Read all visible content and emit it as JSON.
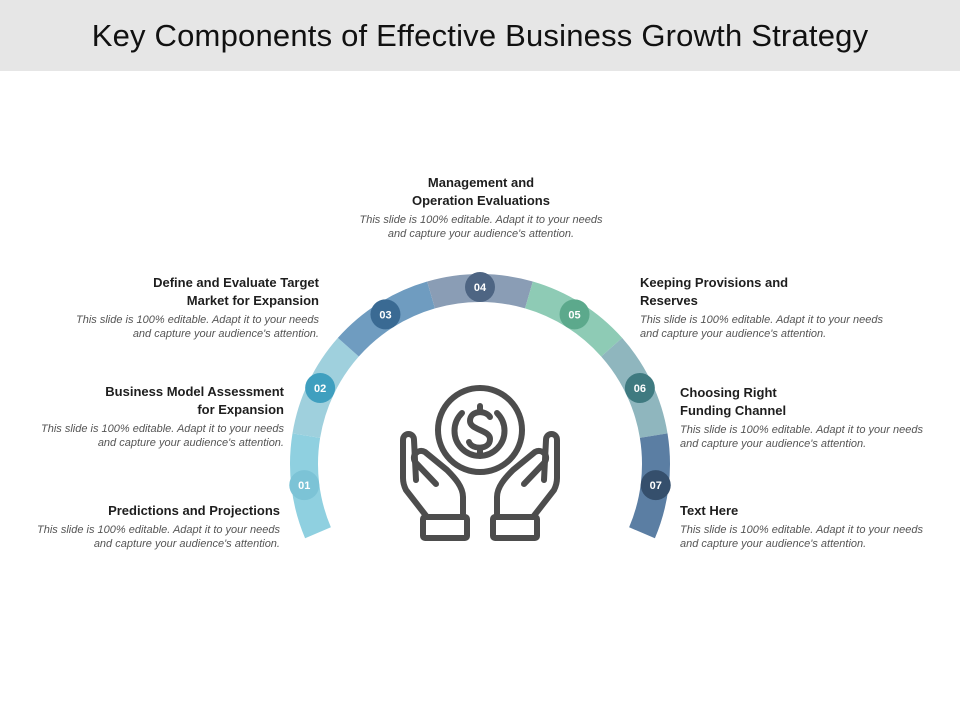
{
  "title": "Key Components of Effective Business Growth Strategy",
  "colors": {
    "header_bg": "#e6e6e6",
    "seg_01": "#8fd0e0",
    "seg_02": "#9fd0dd",
    "seg_03": "#6f9cc0",
    "seg_04": "#8a9db5",
    "seg_05": "#8ecbb5",
    "seg_06": "#8fb6be",
    "seg_07": "#5b7ea3",
    "badge_01": "#7cc3d6",
    "badge_02": "#3f9fbf",
    "badge_03": "#3a6a93",
    "badge_04": "#4e6583",
    "badge_05": "#5ca98c",
    "badge_06": "#3f7a80",
    "badge_07": "#354f6c",
    "icon_stroke": "#4d4d4d"
  },
  "center_icon": "hands-holding-dollar-coin-icon",
  "items": [
    {
      "num": "01",
      "title": "Predictions and Projections",
      "desc": "This slide is 100% editable. Adapt it to your needs and capture your audience's attention."
    },
    {
      "num": "02",
      "title": "Business Model Assessment for Expansion",
      "desc": "This slide is 100% editable. Adapt it to your needs and capture your audience's attention."
    },
    {
      "num": "03",
      "title": "Define and Evaluate Target Market for Expansion",
      "desc": "This slide is 100% editable. Adapt it to your needs and capture your audience's attention."
    },
    {
      "num": "04",
      "title": "Management and Operation Evaluations",
      "desc": "This slide is 100% editable. Adapt it to your needs and capture your audience's attention."
    },
    {
      "num": "05",
      "title": "Keeping Provisions and Reserves",
      "desc": "This slide is 100% editable. Adapt it to your needs and capture your audience's attention."
    },
    {
      "num": "06",
      "title": "Choosing Right Funding Channel",
      "desc": "This slide is 100% editable. Adapt it to your needs and capture your audience's attention."
    },
    {
      "num": "07",
      "title": "Text Here",
      "desc": "This slide is 100% editable. Adapt it to your needs and capture your audience's attention."
    }
  ]
}
